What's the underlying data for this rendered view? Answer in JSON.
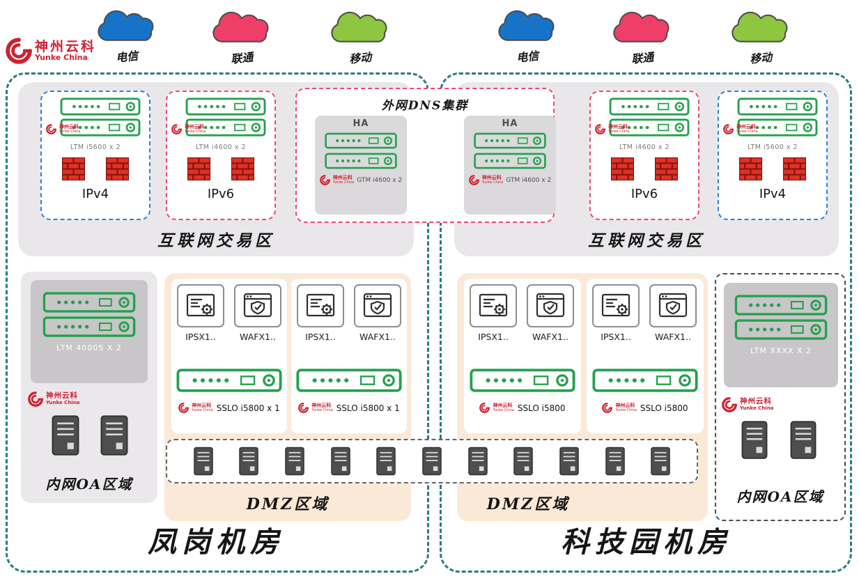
{
  "logo": {
    "name": "神州云科",
    "sub": "Yunke China"
  },
  "isps": [
    {
      "label": "电信",
      "color": "#1673c8"
    },
    {
      "label": "联通",
      "color": "#ef3f68"
    },
    {
      "label": "移动",
      "color": "#8dc63f"
    }
  ],
  "dns": {
    "title": "外网DNS集群",
    "ha_label": "HA",
    "device": "GTM i4600 x 2"
  },
  "dc0": {
    "name": "凤岗机房",
    "internet_label": "互联网交易区",
    "ip_boxes": [
      {
        "label": "IPv4",
        "device": "LTM i5600 x 2"
      },
      {
        "label": "IPv6",
        "device": "LTM i4600 x 2"
      }
    ],
    "oa": {
      "label": "内网OA区域",
      "device": "LTM 4000S X 2"
    },
    "dmz": {
      "label": "DMZ区域",
      "ips_label": "IPSX1..",
      "waf_label": "WAFX1..",
      "sslo_label": "SSLO i5800 x 1"
    }
  },
  "dc1": {
    "name": "科技园机房",
    "internet_label": "互联网交易区",
    "ip_boxes": [
      {
        "label": "IPv6",
        "device": "LTM i4600 x 2"
      },
      {
        "label": "IPv4",
        "device": "LTM i5600 x 2"
      }
    ],
    "oa": {
      "label": "内网OA区域",
      "device": "LTM XXXX X 2"
    },
    "dmz": {
      "label": "DMZ区域",
      "ips_label": "IPSX1..",
      "waf_label": "WAFX1..",
      "sslo_label": "SSLO i5800"
    }
  },
  "server_row": {
    "count": 11
  },
  "colors": {
    "dc_border_teal": "#2a7a85",
    "ipv4_border_blue": "#2f7fd4",
    "ipv6_border_red": "#f0466e",
    "zone_fill_gray": "#e9e7ea",
    "dmz_fill_peach": "#fbe9d8",
    "appliance_green": "#23a14d",
    "brand_red": "#cf2030",
    "firewall_red": "#e03127"
  }
}
